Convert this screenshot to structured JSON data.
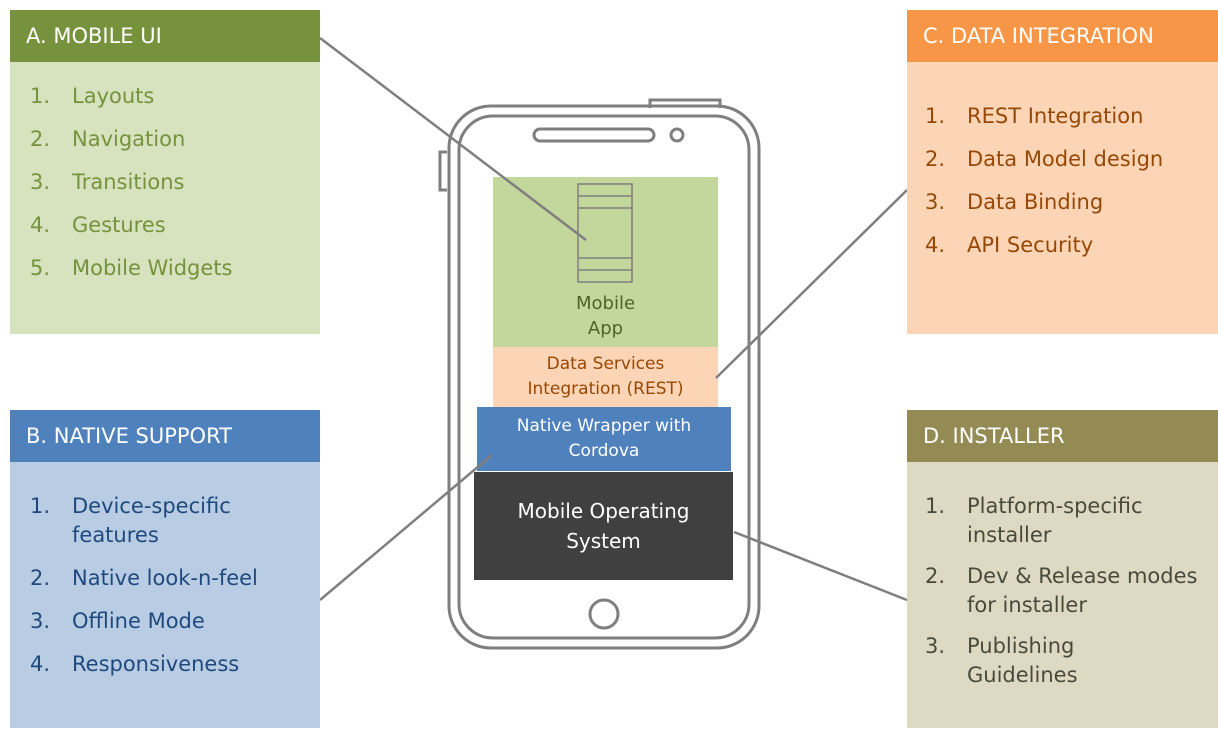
{
  "panels": {
    "mobile_ui": {
      "title": "A. MOBILE UI",
      "items": [
        {
          "num": "1.",
          "text": "Layouts"
        },
        {
          "num": "2.",
          "text": "Navigation"
        },
        {
          "num": "3.",
          "text": "Transitions"
        },
        {
          "num": "4.",
          "text": "Gestures"
        },
        {
          "num": "5.",
          "text": "Mobile Widgets"
        }
      ],
      "colors": {
        "header": "#76923c",
        "body": "#d7e3bf",
        "text": "#76923c"
      }
    },
    "native_support": {
      "title": "B. NATIVE SUPPORT",
      "items": [
        {
          "num": "1.",
          "text": "Device-specific features"
        },
        {
          "num": "2.",
          "text": "Native look-n-feel"
        },
        {
          "num": "3.",
          "text": "Offline Mode"
        },
        {
          "num": "4.",
          "text": "Responsiveness"
        }
      ],
      "colors": {
        "header": "#4f81bd",
        "body": "#b8cce4",
        "text": "#1f497d"
      }
    },
    "data_integration": {
      "title": "C. DATA INTEGRATION",
      "items": [
        {
          "num": "1.",
          "text": "REST Integration"
        },
        {
          "num": "2.",
          "text": "Data Model design"
        },
        {
          "num": "3.",
          "text": "Data Binding"
        },
        {
          "num": "4.",
          "text": "API Security"
        }
      ],
      "colors": {
        "header": "#f79646",
        "body": "#fbd5b5",
        "text": "#984806"
      }
    },
    "installer": {
      "title": "D. INSTALLER",
      "items": [
        {
          "num": "1.",
          "text": "Platform-specific installer"
        },
        {
          "num": "2.",
          "text": "Dev & Release modes for installer"
        },
        {
          "num": "3.",
          "text": "Publishing Guidelines"
        }
      ],
      "colors": {
        "header": "#948a54",
        "body": "#ddd9c3",
        "text": "#4a4a3a"
      }
    }
  },
  "phone": {
    "layers": {
      "app": "Mobile App",
      "data_services": "Data Services Integration (REST)",
      "native_wrapper": "Native Wrapper with Cordova",
      "os": "Mobile Operating System"
    },
    "icons": [
      "phone-outline-icon",
      "speaker-slot-icon",
      "front-camera-icon",
      "home-button-icon",
      "app-screen-icon"
    ]
  },
  "colors": {
    "connector": "#7f7f7f",
    "phone_outline": "#7f7f7f"
  }
}
